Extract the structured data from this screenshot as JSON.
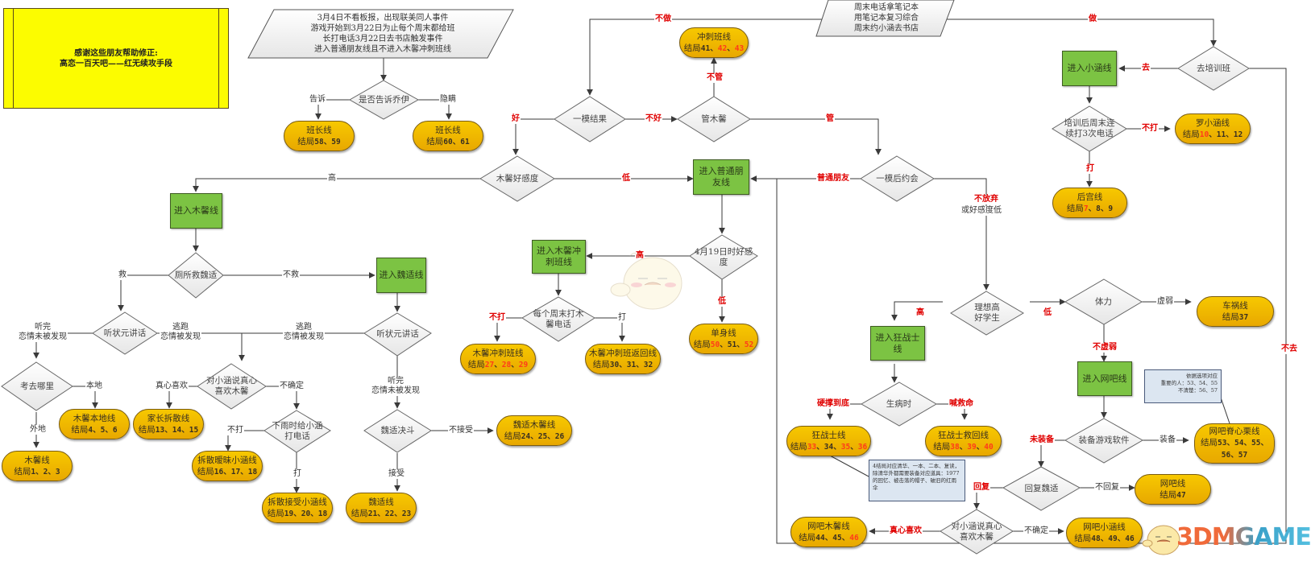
{
  "note": {
    "line1": "感谢这些朋友帮助修正:",
    "line2": "高恋一百天吧——红无续攻手段"
  },
  "io_top": {
    "lines": [
      "3月4日不看板报，出现联美同人事件",
      "游戏开始到3月22日为止每个周末都给班",
      "长打电话3月22日去书店触发事件",
      "进入普通朋友线且不进入木馨冲刺班线"
    ]
  },
  "io_right": {
    "lines": [
      "周末电话拿笔记本",
      "用笔记本复习综合",
      "周末约小涵去书店"
    ]
  },
  "decisions": {
    "tell_joy": "是否告诉乔伊",
    "mock_result": "一模结果",
    "care_muxin": "管木馨",
    "muxin_affection": "木馨好感度",
    "after_mock_date": "一模后约会",
    "go_training": "去培训班",
    "call_3_times": [
      "培训后周末连",
      "续打3次电话"
    ],
    "toilet_save": "厕所救魏适",
    "listen_a": "听状元讲话",
    "listen_b": "听状元讲话",
    "where_exam": "考去哪里",
    "tell_xiaohan_a": [
      "对小涵说真心",
      "喜欢木馨"
    ],
    "rainy_call": [
      "下雨时给小涵",
      "打电话"
    ],
    "weishi_duel": "魏适决斗",
    "april19": [
      "4月19日时好感",
      "度"
    ],
    "weekend_call_muxin": [
      "每个周末打木",
      "馨电话"
    ],
    "ideal_student": [
      "理想高",
      "好学生"
    ],
    "stamina": "体力",
    "when_sick": "生病时",
    "install_software": "装备游戏软件",
    "reply_weishi": "回复魏适",
    "tell_xiaohan_b": [
      "对小涵说真心",
      "喜欢木馨"
    ]
  },
  "processes": {
    "normal_friend": [
      "进入普通朋",
      "友线"
    ],
    "xiaohan": "进入小涵线",
    "muxin": "进入木馨线",
    "weishi": "进入魏适线",
    "muxin_sprint": [
      "进入木馨冲",
      "刺班线"
    ],
    "berserker": [
      "进入狂战士",
      "线"
    ],
    "netcafe": "进入网吧线"
  },
  "endings": {
    "banzhang_a": {
      "title": "班长线",
      "prefix": "结局",
      "nums": [
        {
          "v": "58",
          "red": false
        },
        {
          "v": "59",
          "red": false
        }
      ]
    },
    "banzhang_b": {
      "title": "班长线",
      "prefix": "结局",
      "nums": [
        {
          "v": "60",
          "red": false
        },
        {
          "v": "61",
          "red": false
        }
      ]
    },
    "sprint": {
      "title": "冲刺班线",
      "prefix": "结局",
      "nums": [
        {
          "v": "41",
          "red": false
        },
        {
          "v": "42",
          "red": true
        },
        {
          "v": "43",
          "red": true
        }
      ]
    },
    "luo_xiaohan": {
      "title": "罗小涵线",
      "prefix": "结局",
      "nums": [
        {
          "v": "10",
          "red": true
        },
        {
          "v": "11",
          "red": false
        },
        {
          "v": "12",
          "red": false
        }
      ]
    },
    "harem": {
      "title": "后宫线",
      "prefix": "结局",
      "nums": [
        {
          "v": "7",
          "red": true
        },
        {
          "v": "8",
          "red": false
        },
        {
          "v": "9",
          "red": false
        }
      ]
    },
    "muxin_local": {
      "title": "木馨本地线",
      "prefix": "结局",
      "nums": [
        {
          "v": "4",
          "red": false
        },
        {
          "v": "5",
          "red": false
        },
        {
          "v": "6",
          "red": false
        }
      ]
    },
    "muxin": {
      "title": "木馨线",
      "prefix": "结局",
      "nums": [
        {
          "v": "1",
          "red": false
        },
        {
          "v": "2",
          "red": false
        },
        {
          "v": "3",
          "red": false
        }
      ]
    },
    "parents_split": {
      "title": "家长拆散线",
      "prefix": "结局",
      "nums": [
        {
          "v": "13",
          "red": false
        },
        {
          "v": "14",
          "red": false
        },
        {
          "v": "15",
          "red": false
        }
      ]
    },
    "split_ambiguous": {
      "title": "拆散暧昧小涵线",
      "prefix": "结局",
      "nums": [
        {
          "v": "16",
          "red": false
        },
        {
          "v": "17",
          "red": false
        },
        {
          "v": "18",
          "red": false
        }
      ]
    },
    "split_accept": {
      "title": "拆散接受小涵线",
      "prefix": "结局",
      "nums": [
        {
          "v": "19",
          "red": false
        },
        {
          "v": "20",
          "red": false
        },
        {
          "v": "18",
          "red": false
        }
      ]
    },
    "weishi_muxin": {
      "title": "魏适木馨线",
      "prefix": "结局",
      "nums": [
        {
          "v": "24",
          "red": false
        },
        {
          "v": "25",
          "red": false
        },
        {
          "v": "26",
          "red": false
        }
      ]
    },
    "weishi": {
      "title": "魏适线",
      "prefix": "结局",
      "nums": [
        {
          "v": "21",
          "red": false
        },
        {
          "v": "22",
          "red": false
        },
        {
          "v": "23",
          "red": false
        }
      ]
    },
    "muxin_sprint": {
      "title": "木馨冲刺班线",
      "prefix": "结局",
      "nums": [
        {
          "v": "27",
          "red": true
        },
        {
          "v": "28",
          "red": true
        },
        {
          "v": "29",
          "red": true
        }
      ]
    },
    "muxin_sprint_return": {
      "title": "木馨冲刺班返回线",
      "prefix": "结局",
      "nums": [
        {
          "v": "30",
          "red": false
        },
        {
          "v": "31",
          "red": false
        },
        {
          "v": "32",
          "red": false
        }
      ]
    },
    "single": {
      "title": "单身线",
      "prefix": "结局",
      "nums": [
        {
          "v": "50",
          "red": true
        },
        {
          "v": "51",
          "red": false
        },
        {
          "v": "52",
          "red": true
        }
      ]
    },
    "car_crash": {
      "title": "车祸线",
      "prefix": "结局",
      "nums": [
        {
          "v": "37",
          "red": false
        }
      ]
    },
    "berserker": {
      "title": "狂战士线",
      "prefix": "结局",
      "nums": [
        {
          "v": "33",
          "red": true
        },
        {
          "v": "34",
          "red": false
        },
        {
          "v": "35",
          "red": true
        },
        {
          "v": "36",
          "red": true
        }
      ]
    },
    "berserker_save": {
      "title": "狂战士救回线",
      "prefix": "结局",
      "nums": [
        {
          "v": "38",
          "red": true
        },
        {
          "v": "39",
          "red": true
        },
        {
          "v": "40",
          "red": true
        }
      ]
    },
    "netcafe_jixin": {
      "title": "网吧脊心栗线",
      "prefix": "结局",
      "nums": [
        {
          "v": "53",
          "red": false
        },
        {
          "v": "54",
          "red": false
        },
        {
          "v": "55",
          "red": false
        },
        {
          "v": "56",
          "red": false
        },
        {
          "v": "57",
          "red": false
        }
      ]
    },
    "netcafe": {
      "title": "网吧线",
      "prefix": "结局",
      "nums": [
        {
          "v": "47",
          "red": false
        }
      ]
    },
    "netcafe_muxin": {
      "title": "网吧木馨线",
      "prefix": "结局",
      "nums": [
        {
          "v": "44",
          "red": false
        },
        {
          "v": "45",
          "red": false
        },
        {
          "v": "46",
          "red": true
        }
      ]
    },
    "netcafe_xiaohan": {
      "title": "网吧小涵线",
      "prefix": "结局",
      "nums": [
        {
          "v": "48",
          "red": false
        },
        {
          "v": "49",
          "red": false
        },
        {
          "v": "46",
          "red": false
        }
      ]
    }
  },
  "edge_labels": {
    "tell": "告诉",
    "hide": "隐瞒",
    "not_do": "不做",
    "do": "做",
    "good": "好",
    "not_good": "不好",
    "not_care": "不管",
    "care": "管",
    "high_muxin": "高",
    "low_muxin": "低",
    "normal_friend": "普通朋友",
    "not_give_up": "不放弃",
    "or_low_affection": "或好感度低",
    "go": "去",
    "not_call": "不打",
    "call": "打",
    "not_go": "不去",
    "save": "救",
    "not_save": "不救",
    "finish_a": [
      "听完",
      "恋情未被发现"
    ],
    "run_a": [
      "逃跑",
      "恋情被发现"
    ],
    "run_b": [
      "逃跑",
      "恋情被发现"
    ],
    "finish_b": [
      "听完",
      "恋情未被发现"
    ],
    "local": "本地",
    "elsewhere": "外地",
    "true_love_a": "真心喜欢",
    "unsure_a": "不确定",
    "not_call_rain": "不打",
    "call_rain": "打",
    "not_accept": "不接受",
    "accept": "接受",
    "high_april": "高",
    "low_april": "低",
    "not_call_weekend": "不打",
    "call_weekend": "打",
    "high_ideal": "高",
    "low_ideal": "低",
    "weak": "虚弱",
    "not_weak": "不虚弱",
    "tough_out": "硬撑到底",
    "call_help": "喊救命",
    "not_install": "未装备",
    "install": "装备",
    "reply": "回复",
    "not_reply": "不回复",
    "true_love_b": "真心喜欢",
    "unsure_b": "不确定"
  },
  "callouts": {
    "netcafe": [
      "依据选项对应",
      "重要的人：53、54、55",
      "不清楚：56、57"
    ],
    "berserker": "4结局对应清华、一本、二本、复读，除清华外都需要装备对应道具：1977的回忆、被击落的帽子、破旧的红雨伞"
  },
  "watermark": {
    "text": "3DMGAME"
  }
}
